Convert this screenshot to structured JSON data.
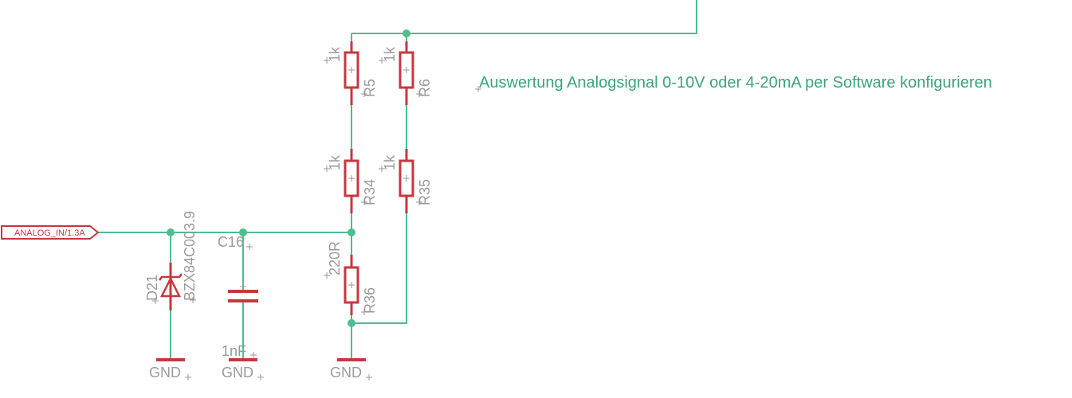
{
  "note": "Auswertung Analogsignal 0-10V oder 4-20mA per Software konfigurieren",
  "port": {
    "label": "ANALOG_IN/1.3A"
  },
  "parts": {
    "r5": {
      "name": "R5",
      "value": "1k"
    },
    "r6": {
      "name": "R6",
      "value": "1k"
    },
    "r34": {
      "name": "R34",
      "value": "1k"
    },
    "r35": {
      "name": "R35",
      "value": "1k"
    },
    "r36": {
      "name": "R36",
      "value": "220R"
    },
    "d21": {
      "name": "D21",
      "value": "BZX84C003.9"
    },
    "c16": {
      "name": "C16",
      "value": "1nF"
    }
  },
  "gnd": {
    "label": "GND"
  }
}
